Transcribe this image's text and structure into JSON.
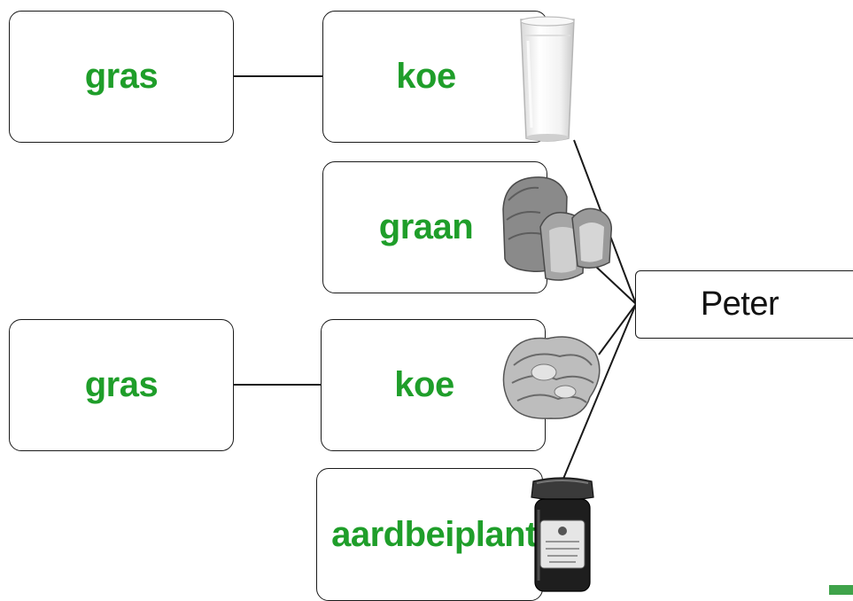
{
  "diagram": {
    "nodes": [
      {
        "id": "gras-1",
        "label": "gras"
      },
      {
        "id": "koe-1",
        "label": "koe"
      },
      {
        "id": "graan",
        "label": "graan"
      },
      {
        "id": "gras-2",
        "label": "gras"
      },
      {
        "id": "koe-2",
        "label": "koe"
      },
      {
        "id": "aardbeiplant",
        "label": "aardbeiplant"
      },
      {
        "id": "peter",
        "label": "Peter"
      }
    ],
    "edges": [
      [
        "gras-1",
        "koe-1"
      ],
      [
        "koe-1",
        "peter"
      ],
      [
        "graan",
        "peter"
      ],
      [
        "gras-2",
        "koe-2"
      ],
      [
        "koe-2",
        "peter"
      ],
      [
        "aardbeiplant",
        "peter"
      ]
    ],
    "pictures": [
      {
        "node": "koe-1",
        "icon": "glass-of-milk-icon"
      },
      {
        "node": "graan",
        "icon": "bread-loaf-icon"
      },
      {
        "node": "koe-2",
        "icon": "sliced-meat-icon"
      },
      {
        "node": "aardbeiplant",
        "icon": "jam-jar-icon"
      }
    ],
    "colors": {
      "label_green": "#1f9e2a",
      "stroke": "#1a1a1a",
      "corner_accent": "#3fa34a"
    }
  }
}
